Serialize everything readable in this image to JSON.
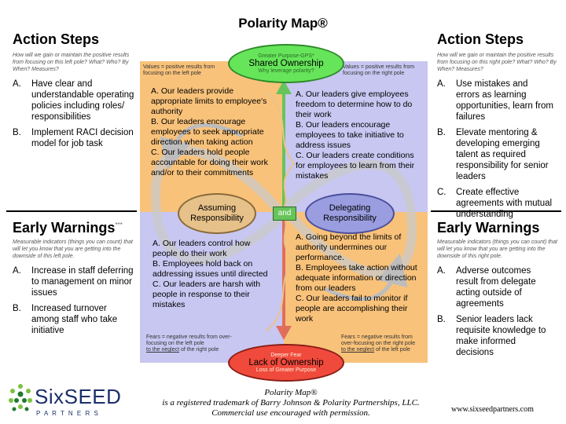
{
  "title": "Polarity Map®",
  "colors": {
    "orange": "#f9c27a",
    "lavender": "#c8c7f2",
    "green": "#66e55a",
    "red": "#f04a3c",
    "tan": "#e6c189",
    "blueOval": "#9a9ee0"
  },
  "left": {
    "action_heading": "Action Steps",
    "action_sub": "How will we gain or maintain the positive results from focusing on this left pole? What? Who? By When? Measures?",
    "action_items": [
      {
        "n": "A.",
        "text": "Have clear and understandable operating policies including roles/ responsibilities"
      },
      {
        "n": "B.",
        "text": "Implement RACI decision model for job task"
      }
    ],
    "warn_heading": "Early Warnings",
    "warn_mark": "***",
    "warn_sub": "Measurable indicators (things you can count) that will let you know that you are getting into the downside of this left pole.",
    "warn_items": [
      {
        "n": "A.",
        "text": "Increase in staff deferring to management on minor issues"
      },
      {
        "n": "B.",
        "text": "Increased turnover among staff who take initiative"
      }
    ]
  },
  "right": {
    "action_heading": "Action Steps",
    "action_sub": "How will we gain or maintain the positive results from focusing on this right pole? What? Who? By When? Measures?",
    "action_items": [
      {
        "n": "A.",
        "text": "Use mistakes and errors as learning opportunities, learn from failures"
      },
      {
        "n": "B.",
        "text": "Elevate mentoring & developing emerging talent as required responsibility for senior leaders"
      },
      {
        "n": "C.",
        "text": "Create effective agreements with mutual understanding"
      }
    ],
    "warn_heading": "Early Warnings",
    "warn_sub": "Measurable indicators (things you can count) that will let you know that you are getting into the downside of this right pole.",
    "warn_items": [
      {
        "n": "A.",
        "text": "Adverse outcomes result from delegate acting outside of agreements"
      },
      {
        "n": "B.",
        "text": "Senior leaders lack requisite knowledge to make informed decisions"
      }
    ]
  },
  "map": {
    "top_oval": {
      "small_top": "Greater Purpose-GPS*",
      "label": "Shared Ownership",
      "small_bottom": "Why leverage polarity?"
    },
    "bottom_oval": {
      "small_top": "Deeper Fear",
      "label": "Lack of Ownership",
      "small_bottom": "Loss of Greater Purpose"
    },
    "left_pole": "Assuming Responsibility",
    "right_pole": "Delegating Responsibility",
    "and": "and",
    "values_left": "Values = positive results from focusing on the left pole",
    "values_right": "Values = positive results from focusing on the right pole",
    "fears_left_1": "Fears = negative results from over-focusing on the left pole",
    "fears_left_2": "to the neglect",
    "fears_left_3": " of the right pole",
    "fears_right_1": "Fears = negative results from over-focusing on the right pole",
    "fears_right_2": "to the neglect",
    "fears_right_3": " of the left pole",
    "ul_text": "A. Our leaders provide appropriate  limits to employee's authority\nB. Our leaders encourage employees to seek appropriate direction when taking action\nC. Our leaders hold people accountable for doing their work and/or to their commitments",
    "ur_text": "A. Our leaders give employees freedom to determine how to do their work\nB. Our leaders encourage employees to take initiative to address issues\nC. Our leaders create conditions for  employees to learn from their mistakes",
    "ll_text": "A. Our leaders control how people do their work\nB. Employees hold back on addressing issues until directed\nC. Our leaders are harsh with people in response to their mistakes",
    "lr_text": "A. Going beyond  the limits of authority undermines our performance.\nB. Employees take action without adequate information or direction from our leaders\nC. Our leaders fail to monitor if people are accomplishing their work"
  },
  "footer": {
    "line1": "Polarity Map®",
    "line2": "is a registered trademark of Barry Johnson & Polarity Partnerships, LLC.",
    "line3": "Commercial use encouraged with permission.",
    "url": "www.sixseedpartners.com",
    "logo_word": "SixSEED",
    "logo_sub": "P A R T N E R S"
  }
}
